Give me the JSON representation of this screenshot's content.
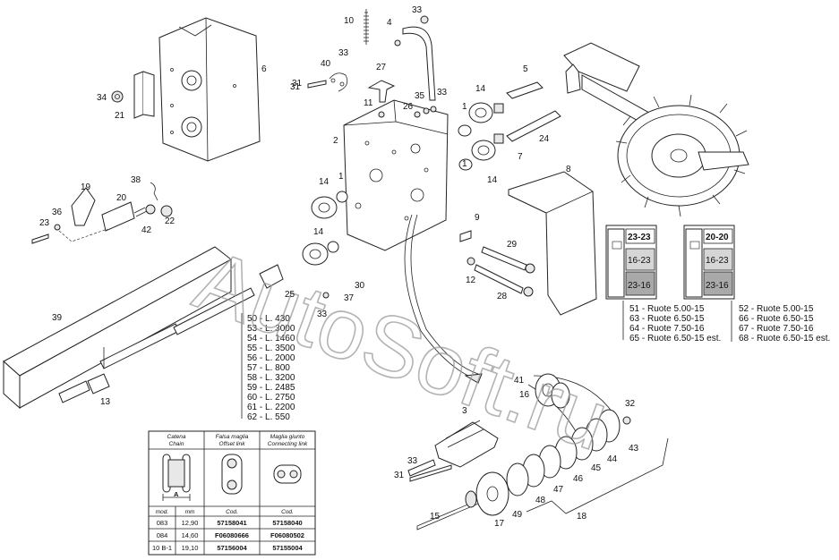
{
  "watermark": "AutoSoft.ru",
  "callouts": [
    "1",
    "1",
    "1",
    "2",
    "3",
    "4",
    "5",
    "6",
    "7",
    "8",
    "9",
    "10",
    "11",
    "12",
    "13",
    "14",
    "14",
    "14",
    "14",
    "15",
    "16",
    "17",
    "18",
    "19",
    "20",
    "21",
    "22",
    "23",
    "24",
    "25",
    "26",
    "27",
    "28",
    "29",
    "30",
    "31",
    "31",
    "31",
    "32",
    "33",
    "33",
    "33",
    "33",
    "33",
    "34",
    "35",
    "36",
    "37",
    "38",
    "39",
    "40",
    "41",
    "42",
    "43",
    "44",
    "45",
    "46",
    "47",
    "48",
    "49"
  ],
  "length_legend": [
    "50 - L. 430",
    "53 - L. 3000",
    "54 - L. 1460",
    "55 - L. 3500",
    "56 - L. 2000",
    "57 - L. 800",
    "58 - L. 3200",
    "59 - L. 2485",
    "60 - L. 2750",
    "61 - L. 2200",
    "62 - L. 550"
  ],
  "wheels_legend": [
    "51 - Ruote 5.00-15",
    "63 - Ruote 6.50-15",
    "64 - Ruote 7.50-16",
    "65 - Ruote 6.50-15 est.",
    "52 - Ruote 5.00-15",
    "66 - Ruote 6.50-15",
    "67 - Ruote 7.50-16",
    "68 - Ruote 6.50-15 est."
  ],
  "ratio_box_left": {
    "title": "23-23",
    "rows": [
      "16-23",
      "23-16"
    ]
  },
  "ratio_box_right": {
    "title": "20-20",
    "rows": [
      "16-23",
      "23-16"
    ]
  },
  "chain_table": {
    "headers": [
      [
        "Catena",
        "Chain"
      ],
      [
        "Falsa maglia",
        "Offset link"
      ],
      [
        "Maglia giunto",
        "Connecting link"
      ]
    ],
    "dim_label": "A",
    "sub_headers": [
      "mod.",
      "mm",
      "Cod.",
      "Cod."
    ],
    "rows": [
      [
        "083",
        "12,90",
        "57158041",
        "57158040"
      ],
      [
        "084",
        "14,60",
        "F06080666",
        "F06080502"
      ],
      [
        "10 B-1",
        "19,10",
        "57156004",
        "57155004"
      ]
    ]
  }
}
